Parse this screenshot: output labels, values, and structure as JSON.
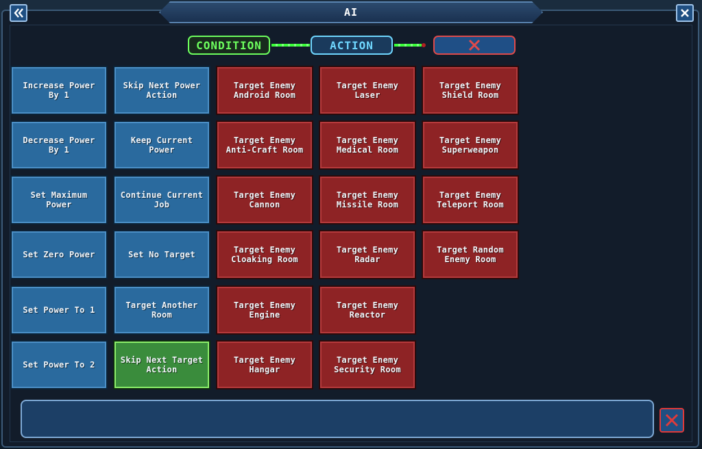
{
  "window": {
    "title": "AI"
  },
  "tabs": {
    "condition": "CONDITION",
    "action": "ACTION"
  },
  "colors": {
    "condition_accent": "#6dff5e",
    "action_accent": "#6fd7ff",
    "cancel_accent": "#e04a4a",
    "card_blue": "#2a6a9e",
    "card_red": "#8e2325",
    "card_green": "#3a8c3c"
  },
  "icons": {
    "back": "double-chevron-left-icon",
    "close": "close-icon",
    "cancel": "x-icon",
    "delete": "x-icon"
  },
  "actions": {
    "col1": [
      {
        "label": "Increase Power By 1",
        "color": "blue"
      },
      {
        "label": "Decrease Power By 1",
        "color": "blue"
      },
      {
        "label": "Set Maximum Power",
        "color": "blue"
      },
      {
        "label": "Set Zero Power",
        "color": "blue"
      },
      {
        "label": "Set Power To 1",
        "color": "blue"
      },
      {
        "label": "Set Power To 2",
        "color": "blue"
      }
    ],
    "col2": [
      {
        "label": "Skip Next Power Action",
        "color": "blue"
      },
      {
        "label": "Keep Current Power",
        "color": "blue"
      },
      {
        "label": "Continue Current Job",
        "color": "blue"
      },
      {
        "label": "Set No Target",
        "color": "blue"
      },
      {
        "label": "Target Another Room",
        "color": "blue"
      },
      {
        "label": "Skip Next Target Action",
        "color": "green"
      }
    ],
    "col3": [
      {
        "label": "Target Enemy Android Room",
        "color": "red"
      },
      {
        "label": "Target Enemy Anti-Craft Room",
        "color": "red"
      },
      {
        "label": "Target Enemy Cannon",
        "color": "red"
      },
      {
        "label": "Target Enemy Cloaking Room",
        "color": "red"
      },
      {
        "label": "Target Enemy Engine",
        "color": "red"
      },
      {
        "label": "Target Enemy Hangar",
        "color": "red"
      }
    ],
    "col4": [
      {
        "label": "Target Enemy Laser",
        "color": "red"
      },
      {
        "label": "Target Enemy Medical Room",
        "color": "red"
      },
      {
        "label": "Target Enemy Missile Room",
        "color": "red"
      },
      {
        "label": "Target Enemy Radar",
        "color": "red"
      },
      {
        "label": "Target Enemy Reactor",
        "color": "red"
      },
      {
        "label": "Target Enemy Security Room",
        "color": "red"
      }
    ],
    "col5": [
      {
        "label": "Target Enemy Shield Room",
        "color": "red"
      },
      {
        "label": "Target Enemy Superweapon",
        "color": "red"
      },
      {
        "label": "Target Enemy Teleport Room",
        "color": "red"
      },
      {
        "label": "Target Random Enemy Room",
        "color": "red"
      }
    ]
  },
  "input": {
    "value": "",
    "placeholder": ""
  }
}
